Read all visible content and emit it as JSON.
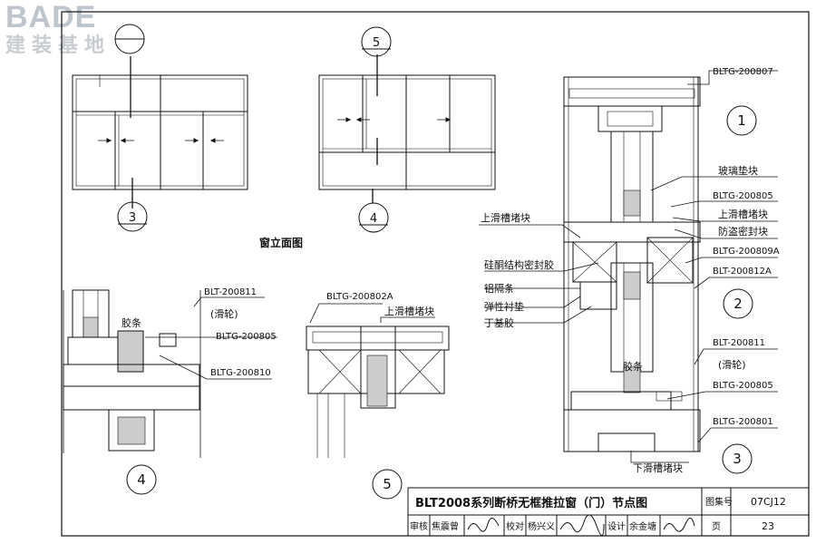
{
  "logo": {
    "brand": "BADE",
    "subtitle": "建装基地"
  },
  "elevation": {
    "caption": "窗立面图"
  },
  "markers": {
    "m1": "1",
    "m2": "2",
    "m3": "3",
    "m4": "4",
    "m5": "5"
  },
  "labels": {
    "right_top": "BLTG-200807",
    "glass_pad": "玻璃垫块",
    "r_805": "BLTG-200805",
    "upper_block": "上滑槽堵块",
    "antitheft_seal": "防盗密封块",
    "r_809a": "BLTG-200809A",
    "r_812a": "BLT-200812A",
    "left_upper_block": "上滑槽堵块",
    "silicone": "硅酮结构密封胶",
    "aluminum_spacer": "铝隔条",
    "elastic_pad": "弹性衬垫",
    "butyl": "丁基胶",
    "strip_r": "胶条",
    "r_811": "BLT-200811",
    "roller_r": "(滑轮)",
    "r_805b": "BLTG-200805",
    "r_801": "BLTG-200801",
    "lower_block": "下滑槽堵块",
    "d4_811": "BLT-200811",
    "d4_roller": "(滑轮)",
    "d4_strip": "胶条",
    "d4_805": "BLTG-200805",
    "d4_810": "BLTG-200810",
    "d5_802a": "BLTG-200802A",
    "d5_upper_block": "上滑槽堵块"
  },
  "title_block": {
    "title": "BLT2008系列断桥无框推拉窗（门）节点图",
    "atlas_label": "图集号",
    "atlas_no": "07CJ12",
    "review_label": "审核",
    "reviewer": "焦震曾",
    "check_label": "校对",
    "checker": "杨兴义",
    "design_label": "设计",
    "designer": "余金塘",
    "page_label": "页",
    "page_no": "23"
  }
}
